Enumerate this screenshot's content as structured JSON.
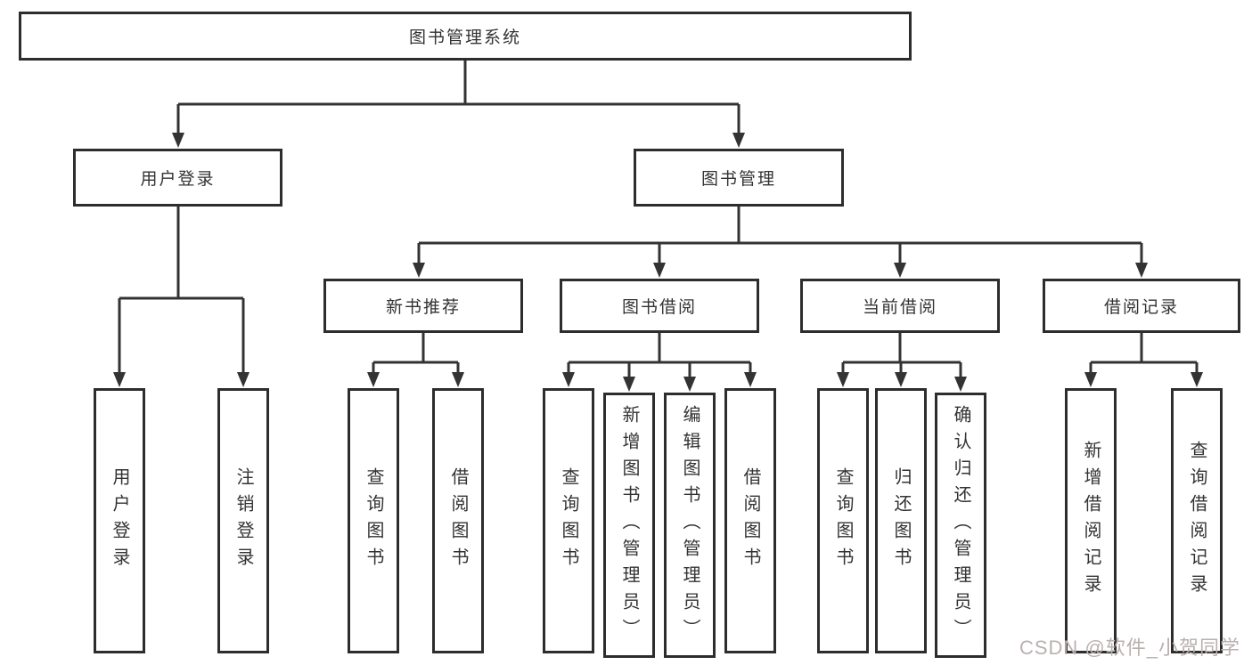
{
  "colors": {
    "line": "#333333",
    "box_border": "#2d2d2d",
    "box_background": "#ffffff",
    "text": "#333333",
    "watermark": "#bab0b0"
  },
  "watermark": {
    "text": "CSDN @软件_小贺同学"
  },
  "tree": {
    "root": {
      "label": "图书管理系统"
    },
    "branches": [
      {
        "label": "用户登录",
        "children": [
          {
            "label": "用户登录"
          },
          {
            "label": "注销登录"
          }
        ]
      },
      {
        "label": "图书管理",
        "children": [
          {
            "label": "新书推荐",
            "children": [
              {
                "label": "查询图书"
              },
              {
                "label": "借阅图书"
              }
            ]
          },
          {
            "label": "图书借阅",
            "children": [
              {
                "label": "查询图书"
              },
              {
                "label": "新增图书（管理员）"
              },
              {
                "label": "编辑图书（管理员）"
              },
              {
                "label": "借阅图书"
              }
            ]
          },
          {
            "label": "当前借阅",
            "children": [
              {
                "label": "查询图书"
              },
              {
                "label": "归还图书"
              },
              {
                "label": "确认归还（管理员）"
              }
            ]
          },
          {
            "label": "借阅记录",
            "children": [
              {
                "label": "新增借阅记录"
              },
              {
                "label": "查询借阅记录"
              }
            ]
          }
        ]
      }
    ]
  }
}
